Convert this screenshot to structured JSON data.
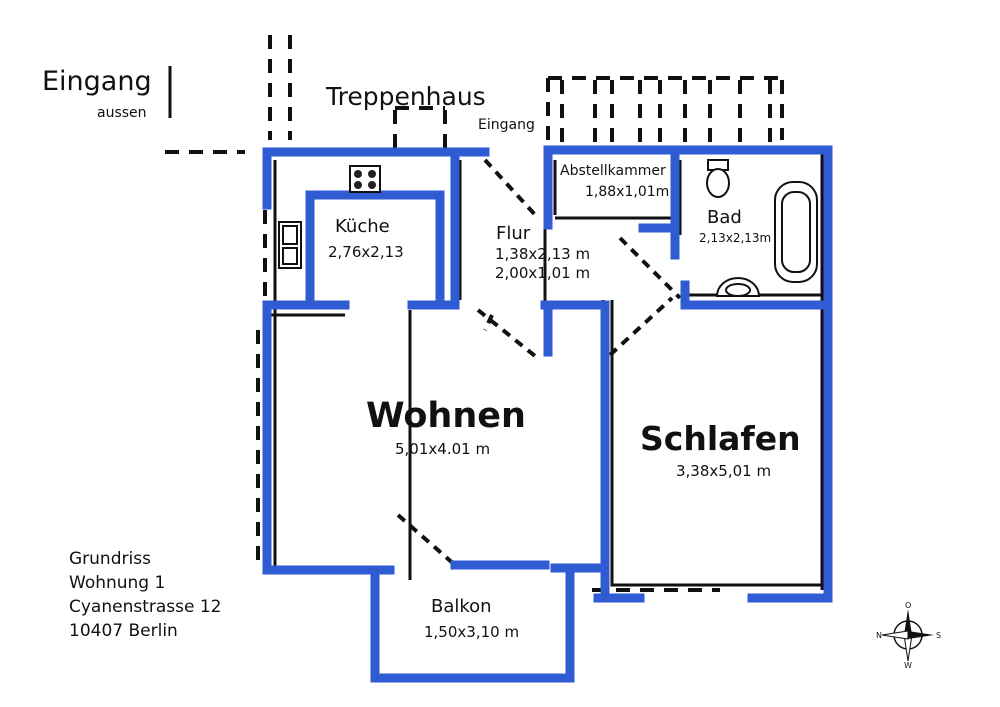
{
  "colors": {
    "wall": "#2f5bd3",
    "line": "#111111",
    "background": "#ffffff"
  },
  "outside": {
    "entrance_title": "Eingang",
    "entrance_sub": "aussen",
    "stairwell": "Treppenhaus",
    "entrance_inner": "Eingang"
  },
  "rooms": {
    "abstellkammer": {
      "name": "Abstellkammer",
      "dims": "1,88x1,01m"
    },
    "bad": {
      "name": "Bad",
      "dims": "2,13x2,13m"
    },
    "kueche": {
      "name": "Küche",
      "dims": "2,76x2,13"
    },
    "flur": {
      "name": "Flur",
      "dims1": "1,38x2,13 m",
      "dims2": "2,00x1,01 m"
    },
    "wohnen": {
      "name": "Wohnen",
      "dims": "5,01x4.01 m"
    },
    "schlafen": {
      "name": "Schlafen",
      "dims": "3,38x5,01 m"
    },
    "balkon": {
      "name": "Balkon",
      "dims": "1,50x3,10 m"
    }
  },
  "address": {
    "line1": "Grundriss",
    "line2": "Wohnung 1",
    "line3": "Cyanenstrasse 12",
    "line4": "10407 Berlin"
  },
  "compass": {
    "north": "N",
    "east": "O",
    "south": "S",
    "west": "W",
    "icon": "compass-rose-icon"
  }
}
